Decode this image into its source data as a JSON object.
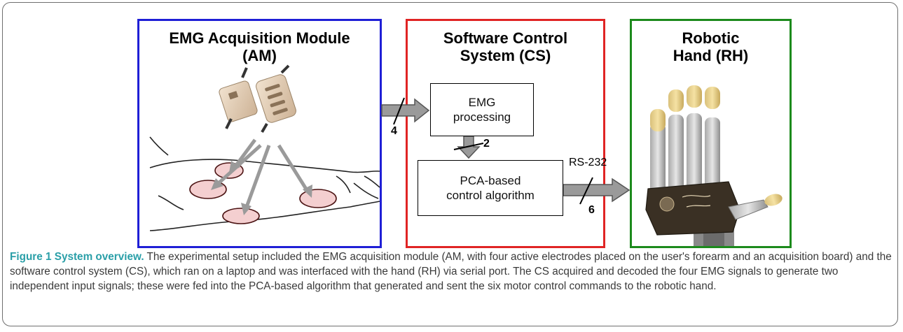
{
  "panels": {
    "am": {
      "title_line1": "EMG Acquisition Module",
      "title_line2": "(AM)"
    },
    "cs": {
      "title_line1": "Software Control",
      "title_line2": "System (CS)"
    },
    "rh": {
      "title_line1": "Robotic",
      "title_line2": "Hand (RH)"
    }
  },
  "boxes": {
    "emg_processing": {
      "line1": "EMG",
      "line2": "processing"
    },
    "pca_control": {
      "line1": "PCA-based",
      "line2": "control algorithm"
    }
  },
  "connections": {
    "am_to_cs_count": "4",
    "emg_to_pca_count": "2",
    "cs_to_rh_protocol": "RS-232",
    "cs_to_rh_count": "6"
  },
  "caption": {
    "label": "Figure 1 System overview.",
    "text": " The experimental setup included the EMG acquisition module (AM, with four active electrodes placed on the user's forearm and an acquisition board) and the software control system (CS), which ran on a laptop and was interfaced with the hand (RH) via serial port. The CS acquired and decoded the four EMG signals to generate two independent input signals; these were fed into the PCA-based algorithm that generated and sent the six motor control commands to the robotic hand."
  },
  "colors": {
    "am": "#1f1fd6",
    "cs": "#e02424",
    "rh": "#1c8a1c",
    "arrow": "#9a9a9a",
    "caption_label": "#2a9fa8"
  },
  "icons": [
    "emg-electrode-icon",
    "forearm-illustration",
    "robotic-hand-photo"
  ]
}
